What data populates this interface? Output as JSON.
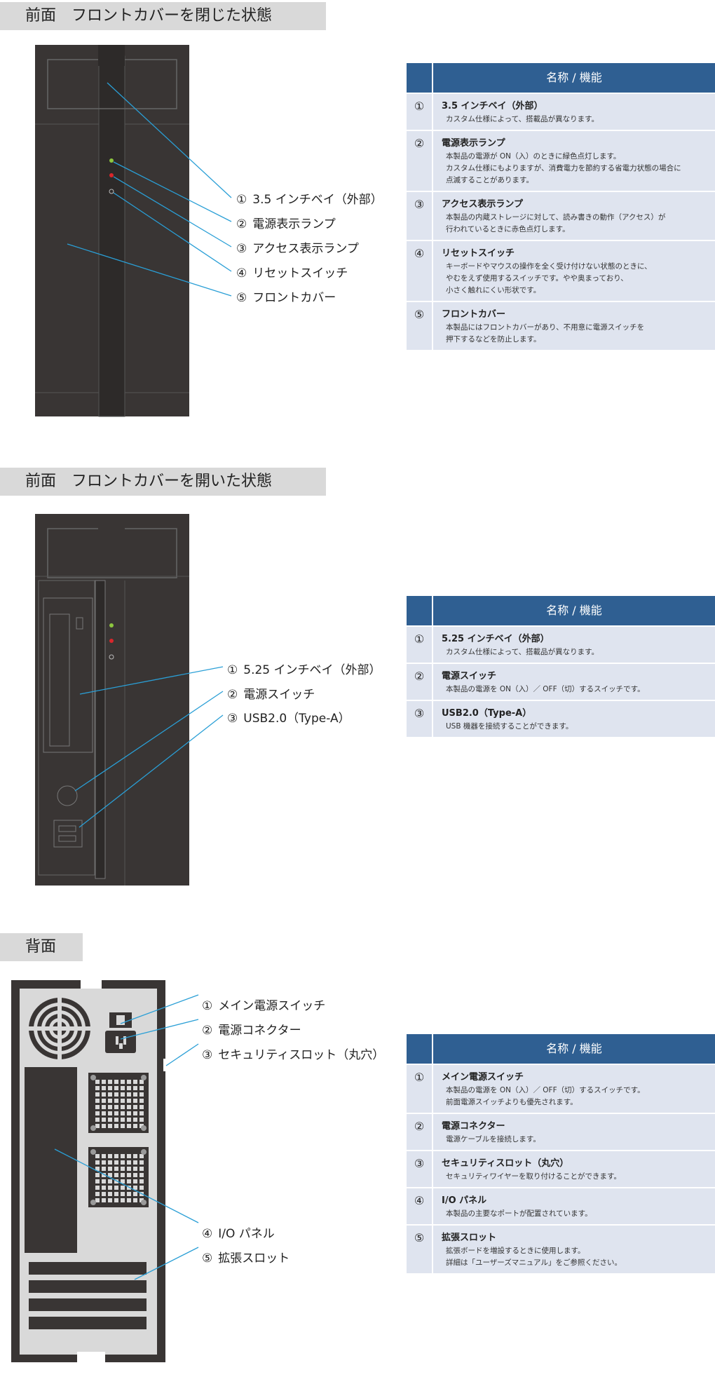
{
  "sections": [
    {
      "title": "前面　フロントカバーを閉じた状態",
      "callouts": [
        {
          "num": "①",
          "text": "3.5 インチベイ（外部）"
        },
        {
          "num": "②",
          "text": "電源表示ランプ"
        },
        {
          "num": "③",
          "text": "アクセス表示ランプ"
        },
        {
          "num": "④",
          "text": "リセットスイッチ"
        },
        {
          "num": "⑤",
          "text": "フロントカバー"
        }
      ],
      "table": {
        "header": "名称 / 機能",
        "rows": [
          {
            "num": "①",
            "name": "3.5 インチベイ（外部）",
            "desc": [
              "カスタム仕様によって、搭載品が異なります。"
            ]
          },
          {
            "num": "②",
            "name": "電源表示ランプ",
            "desc": [
              "本製品の電源が ON（入）のときに緑色点灯します。",
              "カスタム仕様にもよりますが、消費電力を節約する省電力状態の場合に",
              "点滅することがあります。"
            ]
          },
          {
            "num": "③",
            "name": "アクセス表示ランプ",
            "desc": [
              "本製品の内蔵ストレージに対して、読み書きの動作（アクセス）が",
              "行われているときに赤色点灯します。"
            ]
          },
          {
            "num": "④",
            "name": "リセットスイッチ",
            "desc": [
              "キーボードやマウスの操作を全く受け付けない状態のときに、",
              "やむをえず使用するスイッチです。やや奥まっており、",
              "小さく触れにくい形状です。"
            ]
          },
          {
            "num": "⑤",
            "name": "フロントカバー",
            "desc": [
              "本製品にはフロントカバーがあり、不用意に電源スイッチを",
              "押下するなどを防止します。"
            ]
          }
        ]
      }
    },
    {
      "title": "前面　フロントカバーを開いた状態",
      "callouts": [
        {
          "num": "①",
          "text": "5.25 インチベイ（外部）"
        },
        {
          "num": "②",
          "text": "電源スイッチ"
        },
        {
          "num": "③",
          "text": "USB2.0（Type-A）"
        }
      ],
      "table": {
        "header": "名称 / 機能",
        "rows": [
          {
            "num": "①",
            "name": "5.25 インチベイ（外部）",
            "desc": [
              "カスタム仕様によって、搭載品が異なります。"
            ]
          },
          {
            "num": "②",
            "name": "電源スイッチ",
            "desc": [
              "本製品の電源を ON（入）／ OFF（切）するスイッチです。"
            ]
          },
          {
            "num": "③",
            "name": "USB2.0（Type-A）",
            "desc": [
              "USB 機器を接続することができます。"
            ]
          }
        ]
      }
    },
    {
      "title": "背面",
      "callouts": [
        {
          "num": "①",
          "text": "メイン電源スイッチ"
        },
        {
          "num": "②",
          "text": "電源コネクター"
        },
        {
          "num": "③",
          "text": "セキュリティスロット（丸穴）"
        },
        {
          "num": "④",
          "text": "I/O パネル"
        },
        {
          "num": "⑤",
          "text": "拡張スロット"
        }
      ],
      "table": {
        "header": "名称 / 機能",
        "rows": [
          {
            "num": "①",
            "name": "メイン電源スイッチ",
            "desc": [
              "本製品の電源を ON（入）／ OFF（切）するスイッチです。",
              "前面電源スイッチよりも優先されます。"
            ]
          },
          {
            "num": "②",
            "name": "電源コネクター",
            "desc": [
              "電源ケーブルを接続します。"
            ]
          },
          {
            "num": "③",
            "name": "セキュリティスロット（丸穴）",
            "desc": [
              "セキュリティワイヤーを取り付けることができます。"
            ]
          },
          {
            "num": "④",
            "name": "I/O パネル",
            "desc": [
              "本製品の主要なポートが配置されています。"
            ]
          },
          {
            "num": "⑤",
            "name": "拡張スロット",
            "desc": [
              "拡張ボードを増設するときに使用します。",
              "詳細は「ユーザーズマニュアル」をご参照ください。"
            ]
          }
        ]
      }
    }
  ],
  "colors": {
    "case": "#393534",
    "leader": "#2a9fd6",
    "header": "#2f5f92",
    "row": "#dfe4ef",
    "title_bg": "#d9d9d9"
  }
}
